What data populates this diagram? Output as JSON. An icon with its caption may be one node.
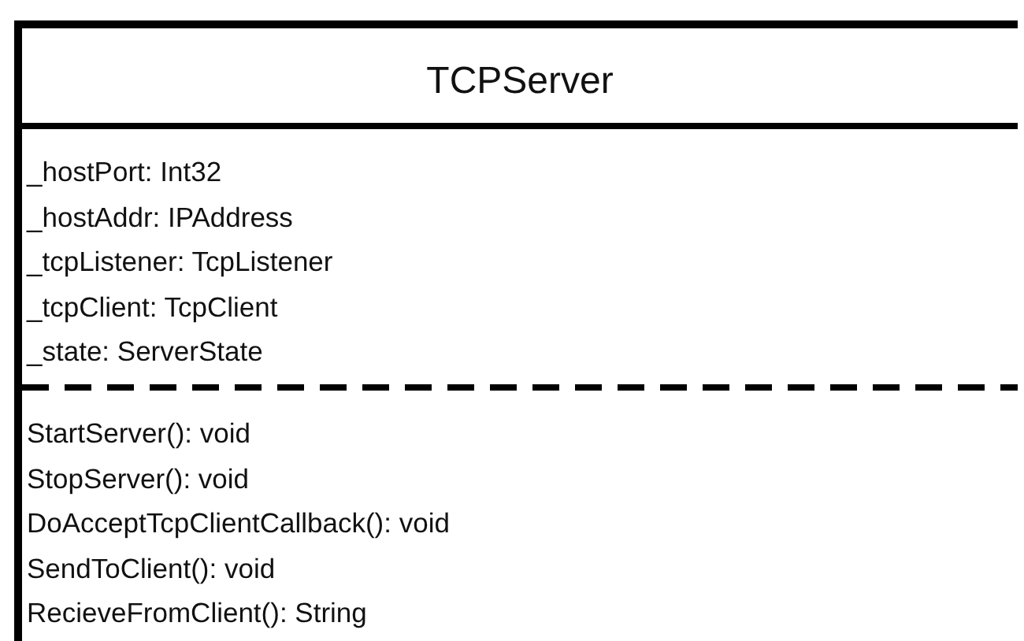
{
  "diagram": {
    "nodes": [
      {
        "text": [
          "TCPServer",
          "_hostPort: Int32",
          "_hostAddr: IPAddress",
          "_tcpListener: TcpListener",
          "_tcpClient: TcpClient",
          "_state: ServerState",
          "StartServer(): void",
          "StopServer(): void",
          "DoAcceptTcpClientCallback(): void",
          "SendToClient(): void",
          "RecieveFromClient(): String"
        ]
      }
    ]
  }
}
